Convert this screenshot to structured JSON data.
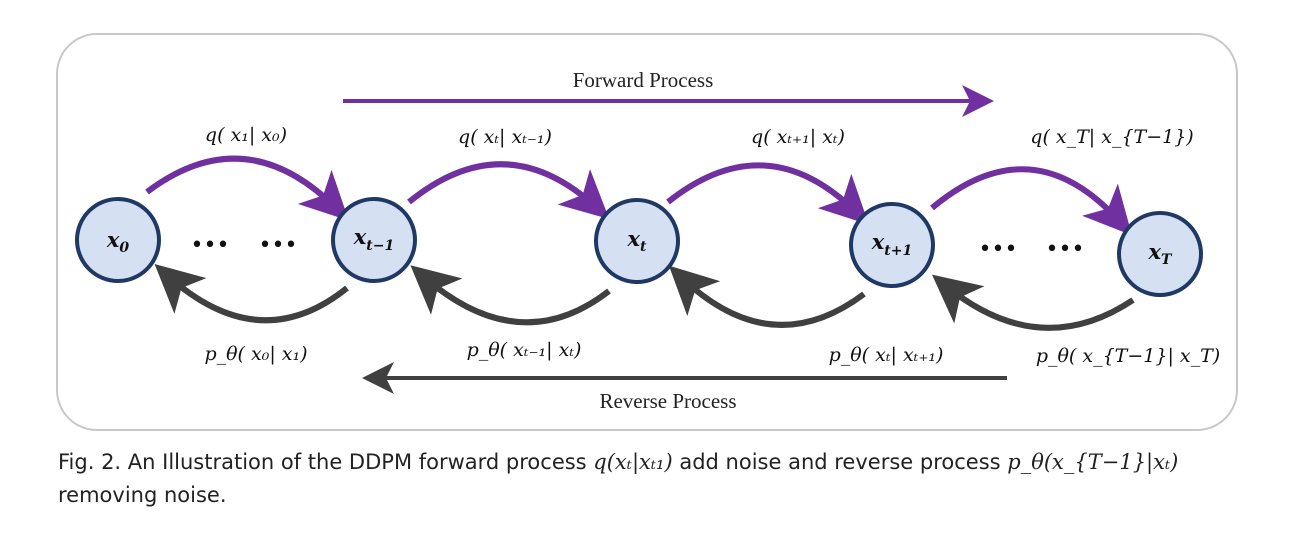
{
  "diagram": {
    "forward_label": "Forward Process",
    "reverse_label": "Reverse Process",
    "nodes": {
      "x0": "x",
      "x0_sub": "0",
      "xt_minus_1": "x",
      "xt_minus_1_sub": "t−1",
      "xt": "x",
      "xt_sub": "t",
      "xt_plus_1": "x",
      "xt_plus_1_sub": "t+1",
      "xT": "x",
      "xT_sub": "T"
    },
    "ellipsis": "•••",
    "forward_transitions": [
      "q( x₁| x₀)",
      "q( xₜ| xₜ₋₁)",
      "q( xₜ₊₁| xₜ)",
      "q( x_T| x_{T−1})"
    ],
    "reverse_transitions": [
      "p_θ( x₀| x₁)",
      "p_θ( xₜ₋₁| xₜ)",
      "p_θ( xₜ| xₜ₊₁)",
      "p_θ( x_{T−1}| x_T)"
    ],
    "colors": {
      "node_fill": "#d6e0f3",
      "node_stroke": "#1f3864",
      "forward_arrow": "#7030a0",
      "reverse_arrow": "#404040"
    }
  },
  "caption": {
    "text_1": "Fig. 2.  An Illustration of the DDPM forward process ",
    "math_1": "q(xₜ|xₜ₁)",
    "text_2": " add noise and reverse process ",
    "math_2": "p_θ(x_{T−1}|xₜ)",
    "text_3": " removing noise."
  }
}
